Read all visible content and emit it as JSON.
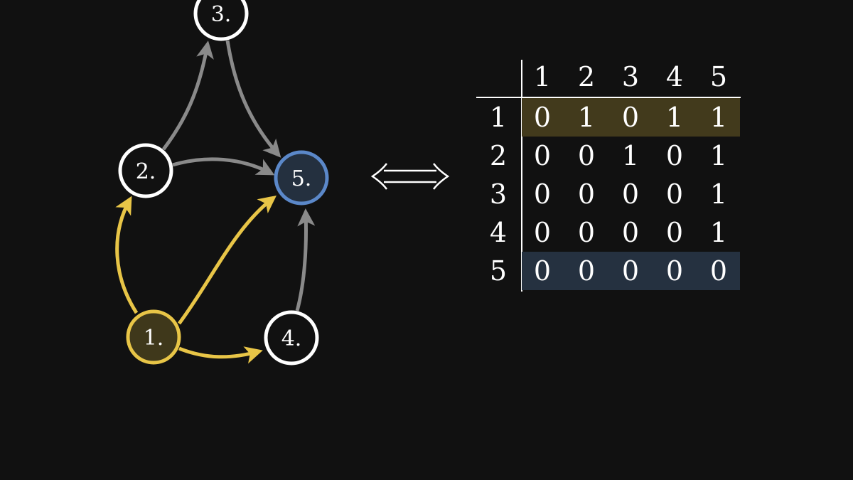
{
  "colors": {
    "background": "#111111",
    "node_stroke": "#ffffff",
    "edge_default": "#8a8a8a",
    "highlight_source": "#e8c547",
    "highlight_source_fill": "#3f381b",
    "highlight_target": "#5b88c9",
    "highlight_target_fill": "#24303f"
  },
  "graph": {
    "nodes": [
      {
        "id": 1,
        "label": "1.",
        "style": "source"
      },
      {
        "id": 2,
        "label": "2.",
        "style": "plain"
      },
      {
        "id": 3,
        "label": "3.",
        "style": "plain"
      },
      {
        "id": 4,
        "label": "4.",
        "style": "plain"
      },
      {
        "id": 5,
        "label": "5.",
        "style": "target"
      }
    ],
    "edges": [
      {
        "from": 1,
        "to": 2,
        "style": "highlight"
      },
      {
        "from": 1,
        "to": 5,
        "style": "highlight"
      },
      {
        "from": 1,
        "to": 4,
        "style": "highlight"
      },
      {
        "from": 2,
        "to": 3,
        "style": "default"
      },
      {
        "from": 2,
        "to": 5,
        "style": "default"
      },
      {
        "from": 3,
        "to": 5,
        "style": "default"
      },
      {
        "from": 4,
        "to": 5,
        "style": "default"
      }
    ]
  },
  "equivalence_symbol": "⟺",
  "matrix": {
    "column_headers": [
      "1",
      "2",
      "3",
      "4",
      "5"
    ],
    "row_headers": [
      "1",
      "2",
      "3",
      "4",
      "5"
    ],
    "values": [
      [
        "0",
        "1",
        "0",
        "1",
        "1"
      ],
      [
        "0",
        "0",
        "1",
        "0",
        "1"
      ],
      [
        "0",
        "0",
        "0",
        "0",
        "1"
      ],
      [
        "0",
        "0",
        "0",
        "0",
        "1"
      ],
      [
        "0",
        "0",
        "0",
        "0",
        "0"
      ]
    ],
    "highlighted_rows": [
      {
        "row": 1,
        "color": "#423a1c"
      },
      {
        "row": 5,
        "color": "#253140"
      }
    ]
  }
}
